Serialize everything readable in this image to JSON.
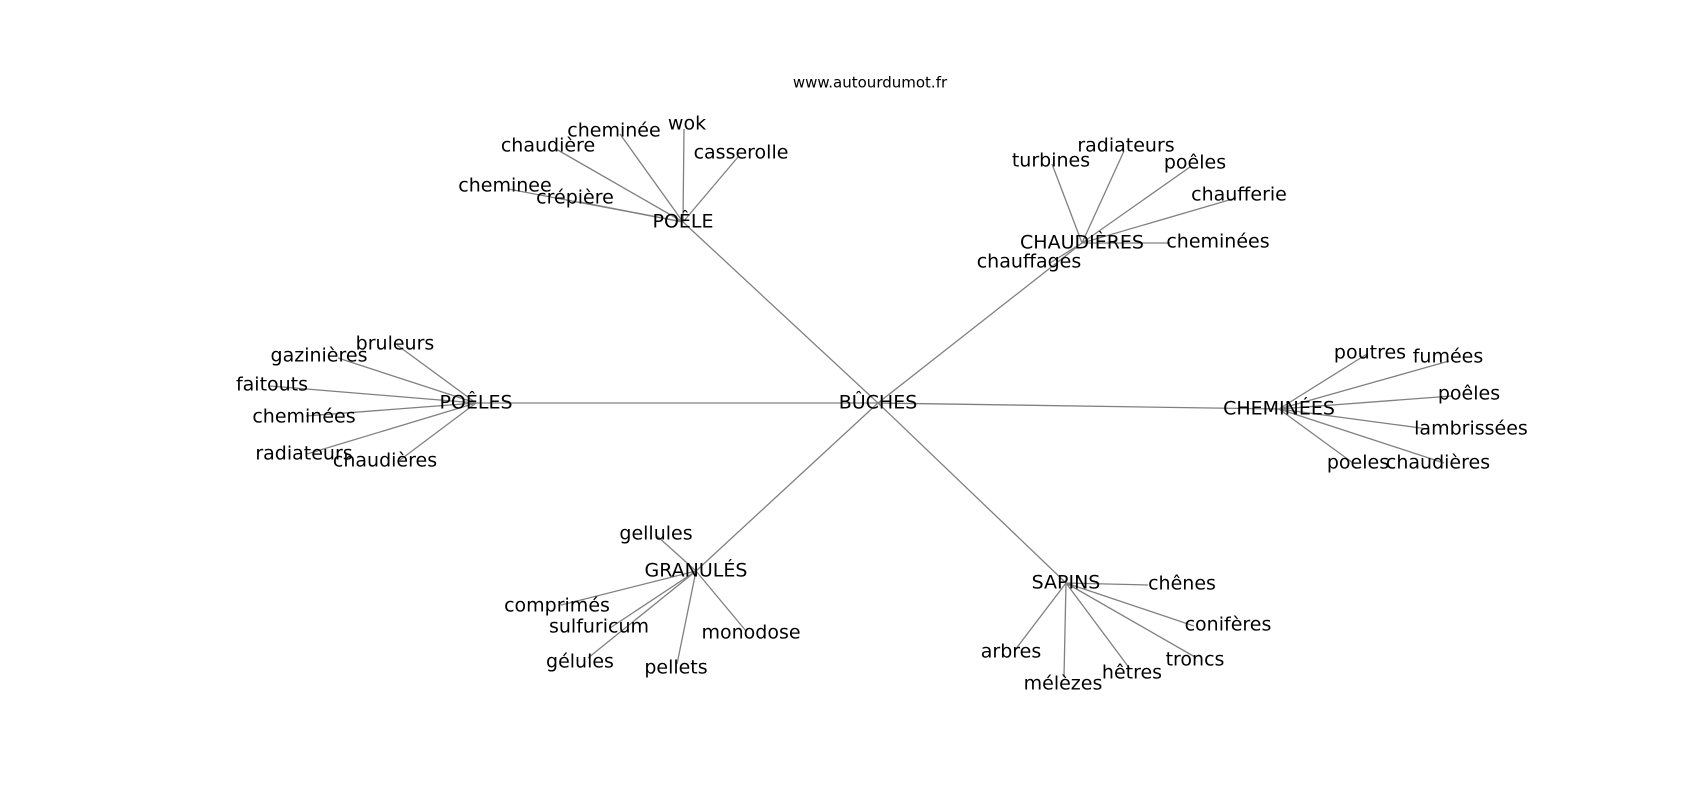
{
  "source": "www.autourdumot.fr",
  "center": "BÛCHES",
  "clusters": [
    {
      "hub": "POÊLE",
      "leaves": [
        "cheminée",
        "wok",
        "casserolle",
        "chaudière",
        "cheminee",
        "crépière"
      ]
    },
    {
      "hub": "CHAUDIÈRES",
      "leaves": [
        "radiateurs",
        "turbines",
        "poêles",
        "chaufferie",
        "cheminées",
        "chauffages"
      ]
    },
    {
      "hub": "POÊLES",
      "leaves": [
        "bruleurs",
        "gazinières",
        "faitouts",
        "cheminées",
        "radiateurs",
        "chaudières"
      ]
    },
    {
      "hub": "CHEMINÉES",
      "leaves": [
        "poutres",
        "fumées",
        "poêles",
        "lambrissées",
        "poeles",
        "chaudières"
      ]
    },
    {
      "hub": "GRANULÉS",
      "leaves": [
        "gellules",
        "comprimés",
        "sulfuricum",
        "monodose",
        "gélules",
        "pellets"
      ]
    },
    {
      "hub": "SAPINS",
      "leaves": [
        "chênes",
        "conifères",
        "arbres",
        "troncs",
        "hêtres",
        "mélèzes"
      ]
    }
  ]
}
